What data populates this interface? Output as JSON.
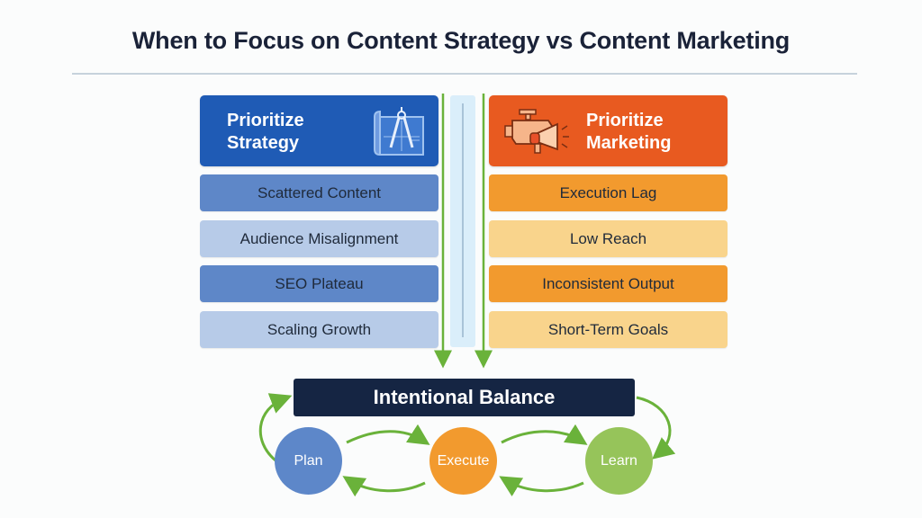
{
  "title": "When to Focus on Content Strategy vs Content Marketing",
  "colors": {
    "title": "#1a2238",
    "strategy_header": "#1f5bb5",
    "strategy_dark": "#5e87c8",
    "strategy_light": "#b7cbe8",
    "marketing_header": "#e85a20",
    "marketing_dark": "#f29a2e",
    "marketing_light": "#f9d48c",
    "arrow_green": "#6ab23a",
    "balance_bg": "#152543",
    "plan": "#5d87c9",
    "execute": "#f29a2e",
    "learn": "#96c45a"
  },
  "strategy": {
    "header_line1": "Prioritize",
    "header_line2": "Strategy",
    "icon": "blueprint-compass-icon",
    "items": [
      "Scattered Content",
      "Audience Misalignment",
      "SEO Plateau",
      "Scaling Growth"
    ]
  },
  "marketing": {
    "header_line1": "Prioritize",
    "header_line2": "Marketing",
    "icon": "engine-megaphone-icon",
    "items": [
      "Execution Lag",
      "Low Reach",
      "Inconsistent Output",
      "Short-Term Goals"
    ]
  },
  "balance": {
    "label": "Intentional Balance"
  },
  "cycle": {
    "nodes": [
      "Plan",
      "Execute",
      "Learn"
    ]
  }
}
